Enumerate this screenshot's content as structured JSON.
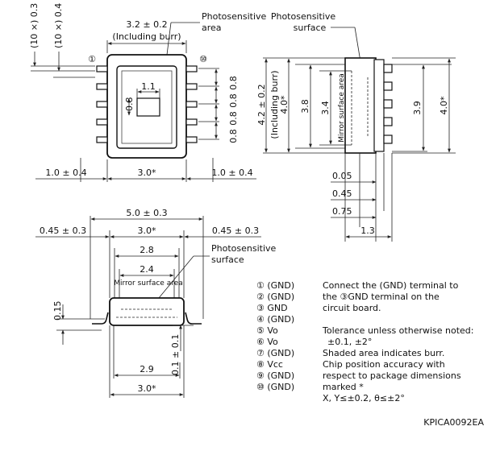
{
  "top_view": {
    "pitch_dim_1": "(10 ×) 0.3",
    "pitch_dim_2": "(10 ×) 0.4",
    "width_dim_1": "3.2 ± 0.2",
    "width_dim_2": "(Including burr)",
    "photo_label_1": "Photosensitive",
    "photo_label_2": "area",
    "pin1_mark": "①",
    "pin10_mark": "⑩",
    "area_w": "1.1",
    "area_h": "0.8",
    "pitch_labels": [
      "0.8",
      "0.8",
      "0.8",
      "0.8"
    ],
    "left_lead": "1.0 ± 0.4",
    "body_w": "3.0*",
    "right_lead": "1.0 ± 0.4"
  },
  "side_view": {
    "photo_label_1": "Photosensitive",
    "photo_label_2": "surface",
    "height_dim_1": "4.2 ± 0.2",
    "height_dim_2": "(Including burr)",
    "height_star": "4.0*",
    "inner_3_8": "3.8",
    "mirror_3_4": "3.4",
    "mirror_label": "Mirror surface area",
    "right_3_9": "3.9",
    "right_4_0": "4.0*",
    "d_005": "0.05",
    "d_045": "0.45",
    "d_075": "0.75",
    "d_13": "1.3"
  },
  "front_view": {
    "total_w": "5.0 ± 0.3",
    "left_lead": "0.45 ± 0.3",
    "body_w": "3.0*",
    "right_lead": "0.45 ± 0.3",
    "w_28": "2.8",
    "photo_label_1": "Photosensitive",
    "photo_label_2": "surface",
    "w_24": "2.4",
    "mirror_label": "Mirror surface area",
    "h_015": "0.15",
    "h_01": "0.1 ± 0.1",
    "w_29": "2.9",
    "bottom_w": "3.0*"
  },
  "pins": [
    "① (GND)",
    "② (GND)",
    "③ GND",
    "④ (GND)",
    "⑤ Vo",
    "⑥ Vo",
    "⑦ (GND)",
    "⑧ Vcc",
    "⑨ (GND)",
    "⑩ (GND)"
  ],
  "notes": [
    "Connect the (GND) terminal to",
    "the ③GND terminal on the",
    "circuit board.",
    "Tolerance unless otherwise noted:",
    "±0.1, ±2°",
    "Shaded area indicates burr.",
    "Chip position accuracy with",
    "respect to package dimensions",
    "marked *",
    "X, Y≤±0.2, θ≤±2°"
  ],
  "doc_code": "KPICA0092EA"
}
